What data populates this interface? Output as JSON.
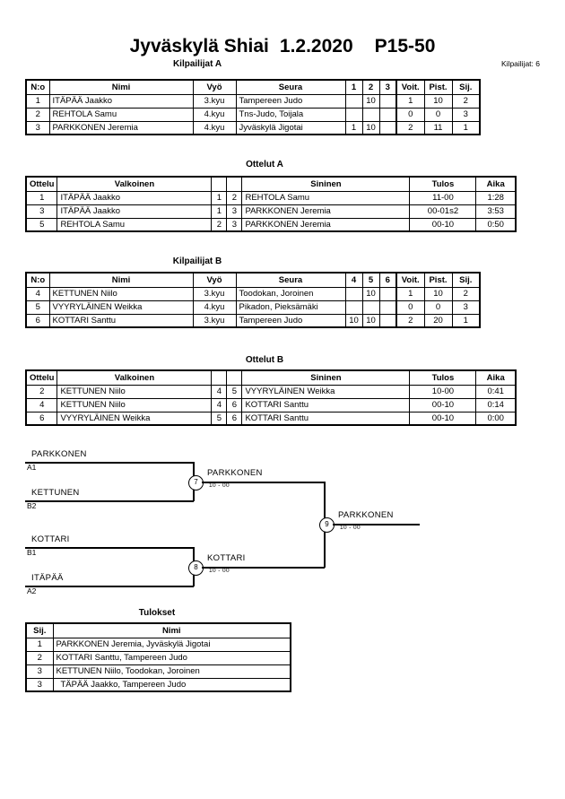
{
  "header": {
    "title_main": "Jyväskylä Shiai",
    "title_date": "1.2.2020",
    "title_class": "P15-50",
    "competitor_count": "Kilpailijat: 6"
  },
  "pool_a": {
    "caption": "Kilpailijat A",
    "columns": [
      "N:o",
      "Nimi",
      "Vyö",
      "Seura",
      "1",
      "2",
      "3",
      "Voit.",
      "Pist.",
      "Sij."
    ],
    "rows": [
      {
        "no": "1",
        "name": "ITÄPÄÄ Jaakko",
        "belt": "3.kyu",
        "club": "Tampereen Judo",
        "r1": "",
        "r2": "10",
        "r3": "",
        "wins": "1",
        "points": "10",
        "rank": "2"
      },
      {
        "no": "2",
        "name": "REHTOLA Samu",
        "belt": "4.kyu",
        "club": "Tns-Judo, Toijala",
        "r1": "",
        "r2": "",
        "r3": "",
        "wins": "0",
        "points": "0",
        "rank": "3"
      },
      {
        "no": "3",
        "name": "PARKKONEN Jeremia",
        "belt": "4.kyu",
        "club": "Jyväskylä Jigotai",
        "r1": "1",
        "r2": "10",
        "r3": "",
        "wins": "2",
        "points": "11",
        "rank": "1"
      }
    ]
  },
  "matches_a": {
    "caption": "Ottelut A",
    "columns": [
      "Ottelu",
      "Valkoinen",
      "",
      "",
      "Sininen",
      "Tulos",
      "Aika"
    ],
    "rows": [
      {
        "match": "1",
        "white": "ITÄPÄÄ Jaakko",
        "wn": "1",
        "bn": "2",
        "blue": "REHTOLA Samu",
        "result": "11-00",
        "time": "1:28"
      },
      {
        "match": "3",
        "white": "ITÄPÄÄ Jaakko",
        "wn": "1",
        "bn": "3",
        "blue": "PARKKONEN Jeremia",
        "result": "00-01s2",
        "time": "3:53"
      },
      {
        "match": "5",
        "white": "REHTOLA Samu",
        "wn": "2",
        "bn": "3",
        "blue": "PARKKONEN Jeremia",
        "result": "00-10",
        "time": "0:50"
      }
    ]
  },
  "pool_b": {
    "caption": "Kilpailijat B",
    "columns": [
      "N:o",
      "Nimi",
      "Vyö",
      "Seura",
      "4",
      "5",
      "6",
      "Voit.",
      "Pist.",
      "Sij."
    ],
    "rows": [
      {
        "no": "4",
        "name": "KETTUNEN Niilo",
        "belt": "3.kyu",
        "club": "Toodokan, Joroinen",
        "r1": "",
        "r2": "10",
        "r3": "",
        "wins": "1",
        "points": "10",
        "rank": "2"
      },
      {
        "no": "5",
        "name": "VYYRYLÄINEN Weikka",
        "belt": "4.kyu",
        "club": "Pikadon, Pieksämäki",
        "r1": "",
        "r2": "",
        "r3": "",
        "wins": "0",
        "points": "0",
        "rank": "3"
      },
      {
        "no": "6",
        "name": "KOTTARI Santtu",
        "belt": "3.kyu",
        "club": "Tampereen Judo",
        "r1": "10",
        "r2": "10",
        "r3": "",
        "wins": "2",
        "points": "20",
        "rank": "1"
      }
    ]
  },
  "matches_b": {
    "caption": "Ottelut B",
    "columns": [
      "Ottelu",
      "Valkoinen",
      "",
      "",
      "Sininen",
      "Tulos",
      "Aika"
    ],
    "rows": [
      {
        "match": "2",
        "white": "KETTUNEN Niilo",
        "wn": "4",
        "bn": "5",
        "blue": "VYYRYLÄINEN Weikka",
        "result": "10-00",
        "time": "0:41"
      },
      {
        "match": "4",
        "white": "KETTUNEN Niilo",
        "wn": "4",
        "bn": "6",
        "blue": "KOTTARI Santtu",
        "result": "00-10",
        "time": "0:14"
      },
      {
        "match": "6",
        "white": "VYYRYLÄINEN Weikka",
        "wn": "5",
        "bn": "6",
        "blue": "KOTTARI Santtu",
        "result": "00-10",
        "time": "0:00"
      }
    ]
  },
  "bracket": {
    "entries": [
      {
        "name": "PARKKONEN",
        "seed": "A1"
      },
      {
        "name": "KETTUNEN",
        "seed": "B2"
      },
      {
        "name": "KOTTARI",
        "seed": "B1"
      },
      {
        "name": "ITÄPÄÄ",
        "seed": "A2"
      }
    ],
    "semifinal_top": {
      "number": "7",
      "winner": "PARKKONEN",
      "score": "10 - 00"
    },
    "semifinal_bottom": {
      "number": "8",
      "winner": "KOTTARI",
      "score": "10 - 00"
    },
    "final": {
      "number": "9",
      "winner": "PARKKONEN",
      "score": "10 - 00"
    }
  },
  "results": {
    "caption": "Tulokset",
    "columns": [
      "Sij.",
      "Nimi"
    ],
    "rows": [
      {
        "rank": "1",
        "name": "PARKKONEN Jeremia, Jyväskylä Jigotai"
      },
      {
        "rank": "2",
        "name": "KOTTARI Santtu, Tampereen Judo"
      },
      {
        "rank": "3",
        "name": "KETTUNEN Niilo, Toodokan, Joroinen"
      },
      {
        "rank": "3",
        "name": "TÄPÄÄ Jaakko, Tampereen Judo"
      }
    ]
  }
}
